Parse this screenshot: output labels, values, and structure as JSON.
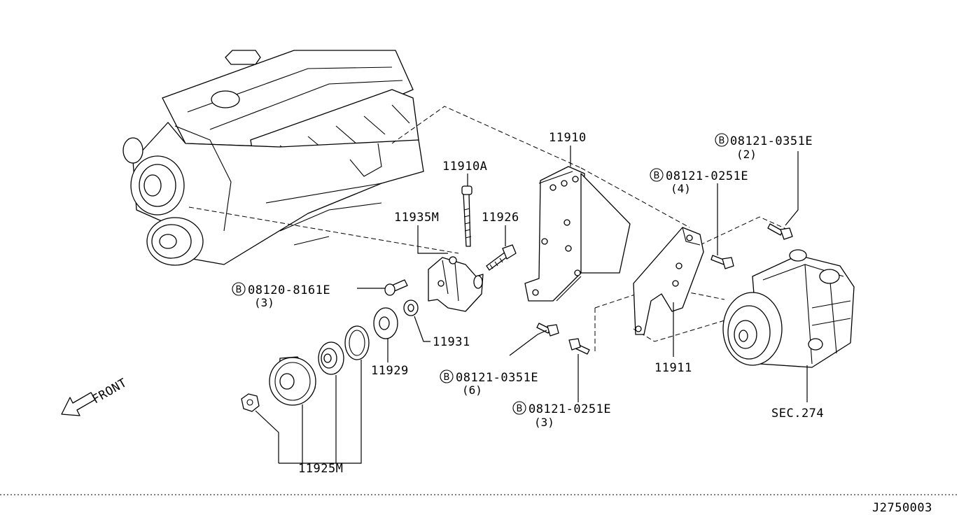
{
  "labels": {
    "p11910": "11910",
    "p11910A": "11910A",
    "p11935M": "11935M",
    "p11926": "11926",
    "p11931": "11931",
    "p11929": "11929",
    "p11925M": "11925M",
    "p11911": "11911",
    "sec274": "SEC.274",
    "front": "FRONT",
    "code": "J2750003"
  },
  "bolts": [
    {
      "symbol": "B",
      "part": "08121-0351E",
      "qty": "(2)"
    },
    {
      "symbol": "B",
      "part": "08121-0251E",
      "qty": "(4)"
    },
    {
      "symbol": "B",
      "part": "08120-8161E",
      "qty": "(3)"
    },
    {
      "symbol": "B",
      "part": "08121-0351E",
      "qty": "(6)"
    },
    {
      "symbol": "B",
      "part": "08121-0251E",
      "qty": "(3)"
    }
  ]
}
